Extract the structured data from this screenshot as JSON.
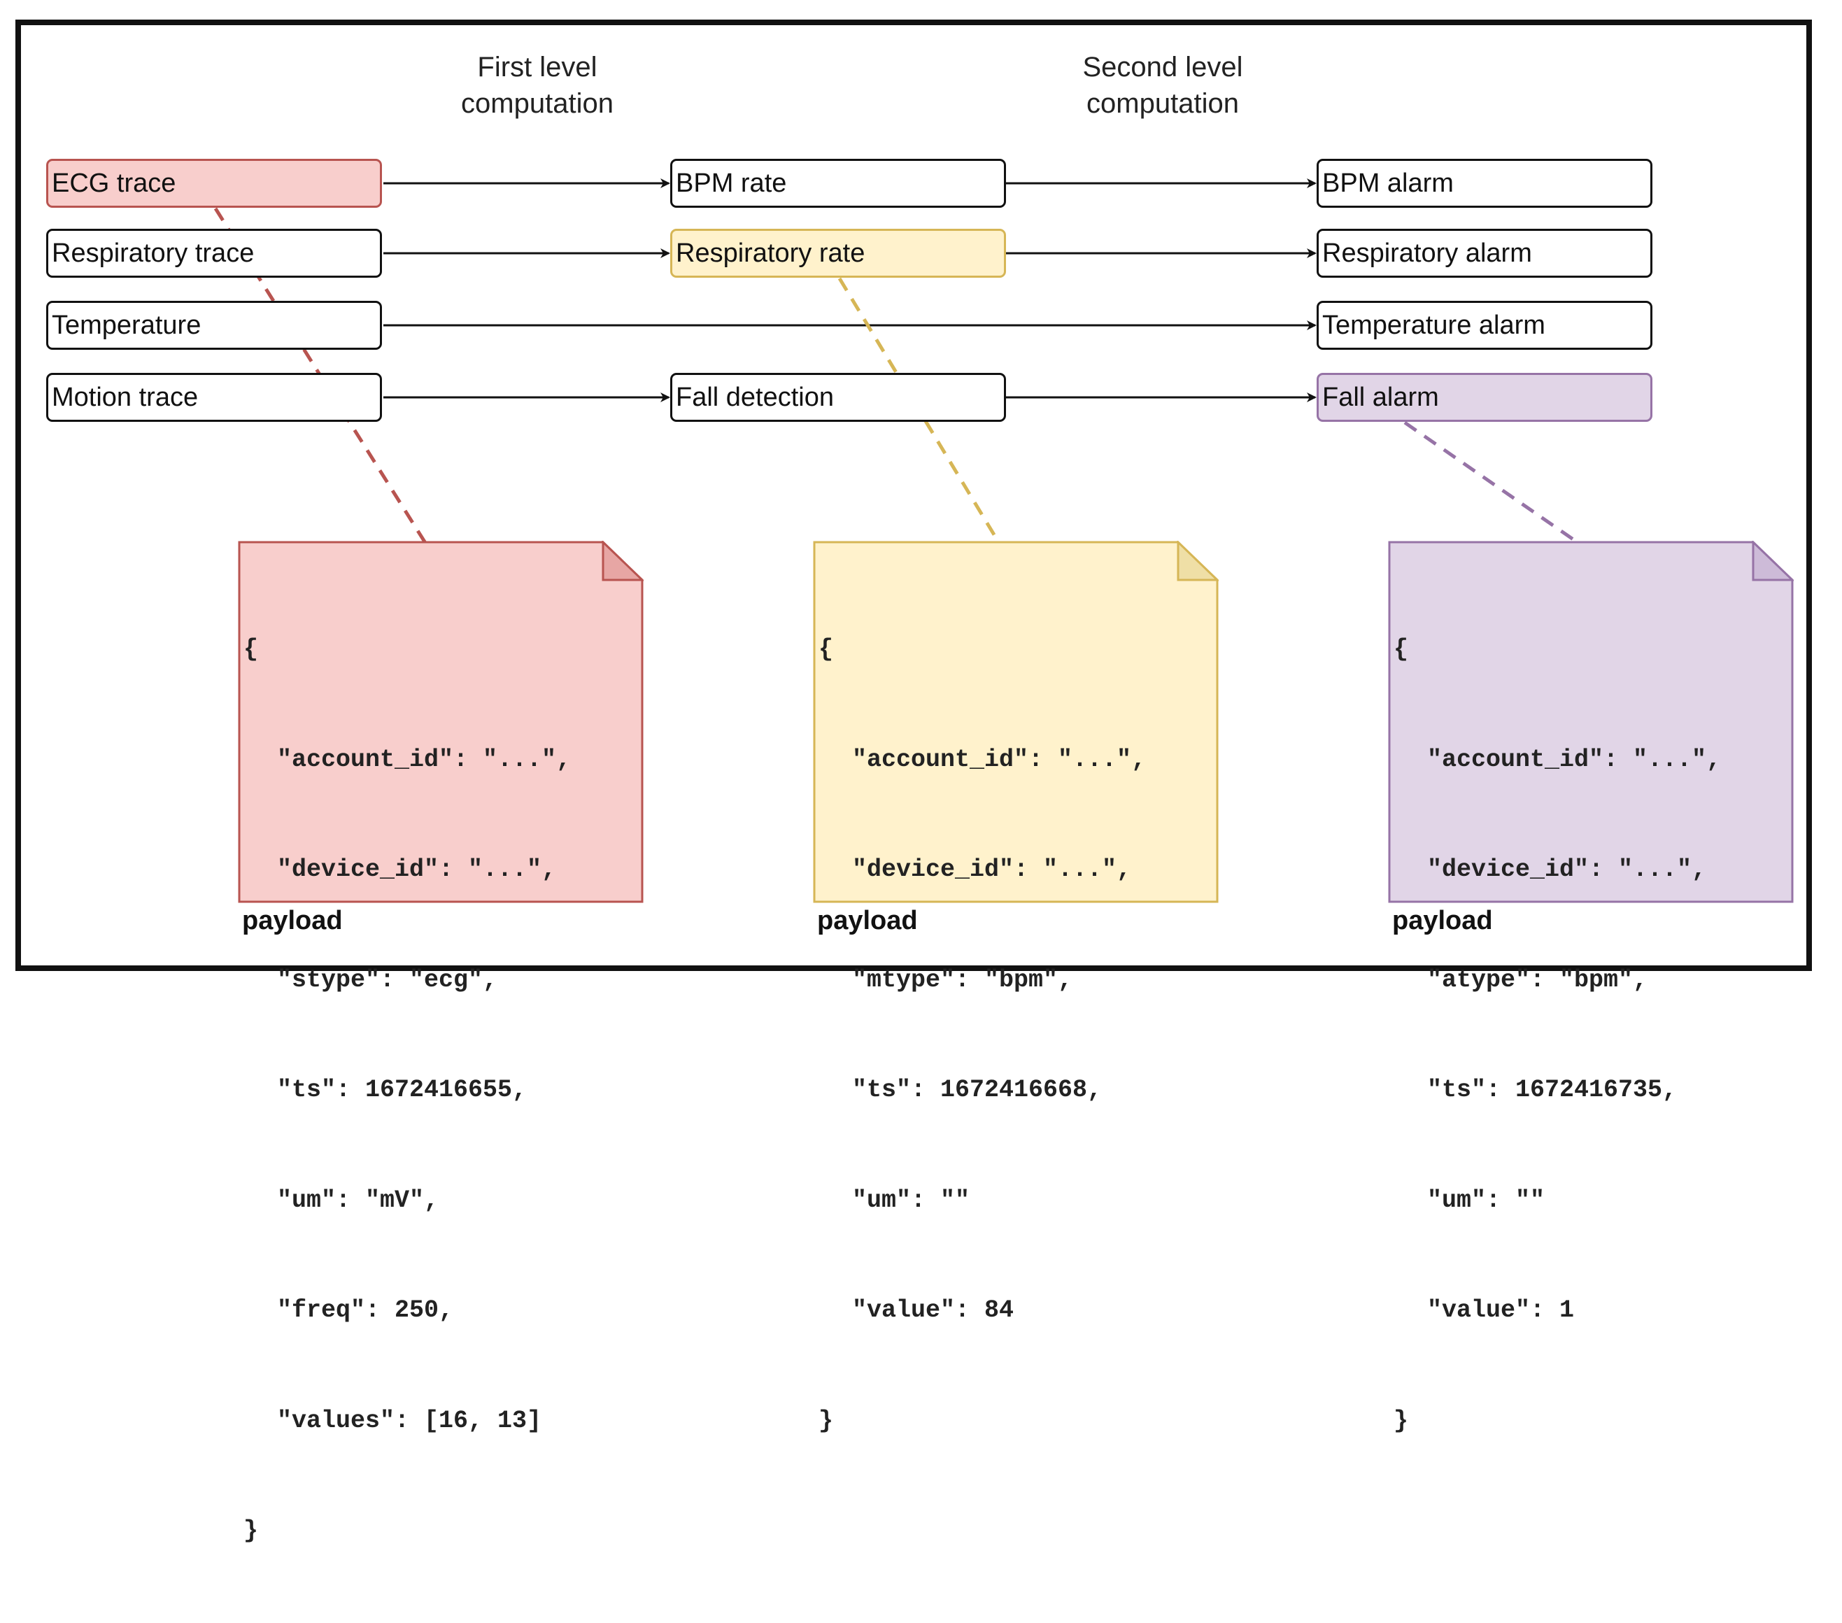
{
  "headings": {
    "first": [
      "First level",
      "computation"
    ],
    "second": [
      "Second level",
      "computation"
    ]
  },
  "sources": [
    {
      "label": "ECG trace",
      "fill": "#f8cecc",
      "stroke": "#b85450"
    },
    {
      "label": "Respiratory trace"
    },
    {
      "label": "Temperature"
    },
    {
      "label": "Motion trace"
    }
  ],
  "first_level": [
    {
      "label": "BPM rate"
    },
    {
      "label": "Respiratory rate",
      "fill": "#fff2cc",
      "stroke": "#d6b656"
    },
    {
      "label": "Fall detection"
    }
  ],
  "alarms": [
    {
      "label": "BPM alarm"
    },
    {
      "label": "Respiratory alarm"
    },
    {
      "label": "Temperature alarm"
    },
    {
      "label": "Fall alarm",
      "fill": "#e1d5e7",
      "stroke": "#9673a6"
    }
  ],
  "payloads": [
    {
      "caption": "payload",
      "fill": "#f8cecc",
      "stroke": "#b85450",
      "fold": "#e7a6a4",
      "open": "{",
      "lines": [
        "\"account_id\": \"...\",",
        "\"device_id\": \"...\",",
        "\"stype\": \"ecg\",",
        "\"ts\": 1672416655,",
        "\"um\": \"mV\",",
        "\"freq\": 250,",
        "\"values\": [16, 13]"
      ],
      "close": "}"
    },
    {
      "caption": "payload",
      "fill": "#fff2cc",
      "stroke": "#d6b656",
      "fold": "#efdfa6",
      "open": "{",
      "lines": [
        "\"account_id\": \"...\",",
        "\"device_id\": \"...\",",
        "\"mtype\": \"bpm\",",
        "\"ts\": 1672416668,",
        "\"um\": \"\"",
        "\"value\": 84"
      ],
      "close": "}"
    },
    {
      "caption": "payload",
      "fill": "#e1d5e7",
      "stroke": "#9673a6",
      "fold": "#cdbbd8",
      "open": "{",
      "lines": [
        "\"account_id\": \"...\",",
        "\"device_id\": \"...\",",
        "\"atype\": \"bpm\",",
        "\"ts\": 1672416735,",
        "\"um\": \"\"",
        "\"value\": 1"
      ],
      "close": "}"
    }
  ],
  "edge_color": "#111111"
}
